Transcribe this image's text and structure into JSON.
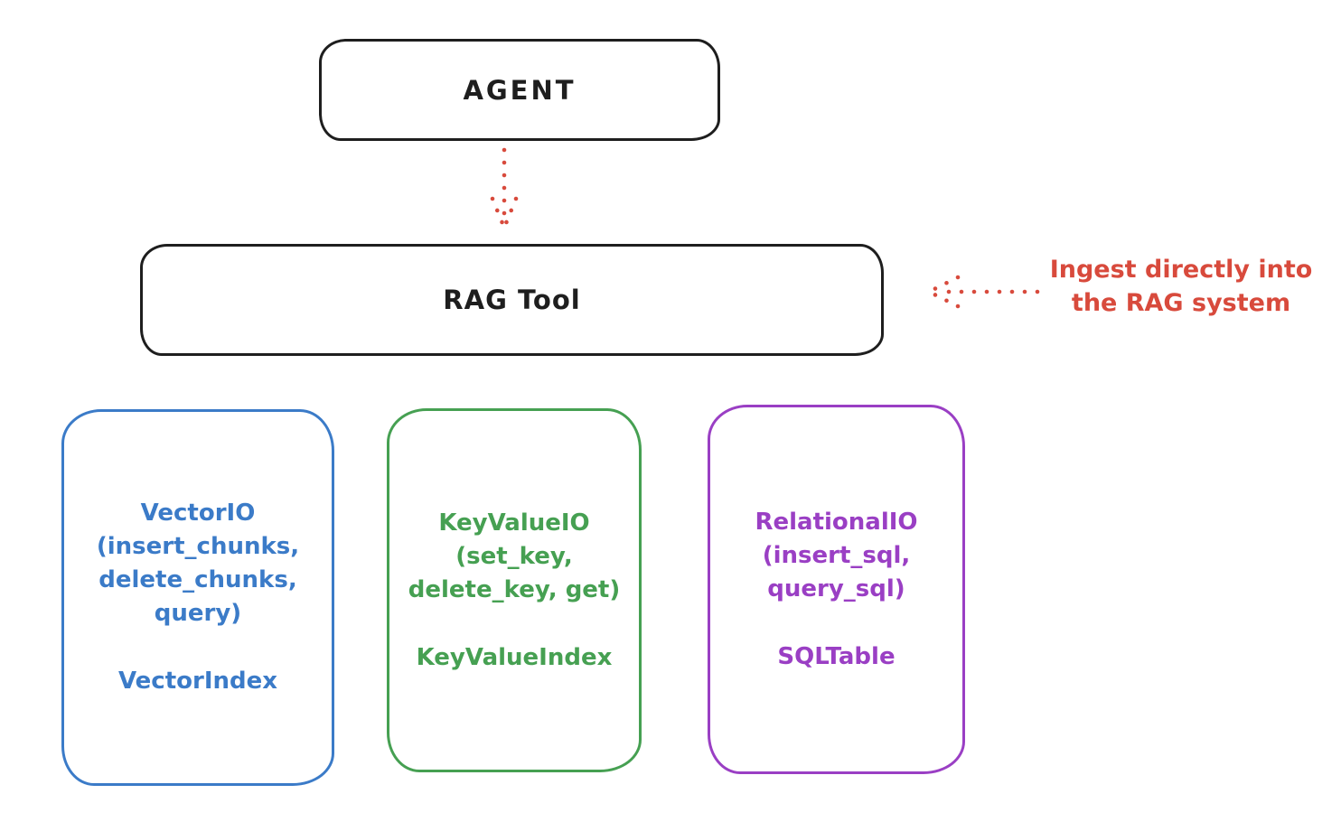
{
  "colors": {
    "black": "#1e1e1e",
    "red": "#d84a3c",
    "blue": "#3b7bc8",
    "green": "#46a052",
    "purple": "#9a3fc4",
    "background": "#ffffff"
  },
  "agent_box": {
    "label": "AGENT"
  },
  "rag_tool_box": {
    "label": "RAG Tool"
  },
  "annotation": {
    "lines": [
      "Ingest directly into",
      "the RAG system"
    ],
    "color": "#d84a3c"
  },
  "arrows": [
    {
      "name": "agent-to-rag-tool",
      "style": "dotted",
      "direction": "down",
      "color": "#d84a3c"
    },
    {
      "name": "ingest-into-rag",
      "style": "dotted",
      "direction": "left",
      "color": "#d84a3c"
    }
  ],
  "io_boxes": [
    {
      "name": "VectorIO",
      "color": "#3b7bc8",
      "lines": [
        "VectorIO",
        "(insert_chunks,",
        "delete_chunks,",
        "query)"
      ],
      "footer": "VectorIndex"
    },
    {
      "name": "KeyValueIO",
      "color": "#46a052",
      "lines": [
        "KeyValueIO",
        "(set_key,",
        "delete_key, get)"
      ],
      "footer": "KeyValueIndex"
    },
    {
      "name": "RelationalIO",
      "color": "#9a3fc4",
      "lines": [
        "RelationalIO",
        "(insert_sql,",
        "query_sql)"
      ],
      "footer": "SQLTable"
    }
  ]
}
